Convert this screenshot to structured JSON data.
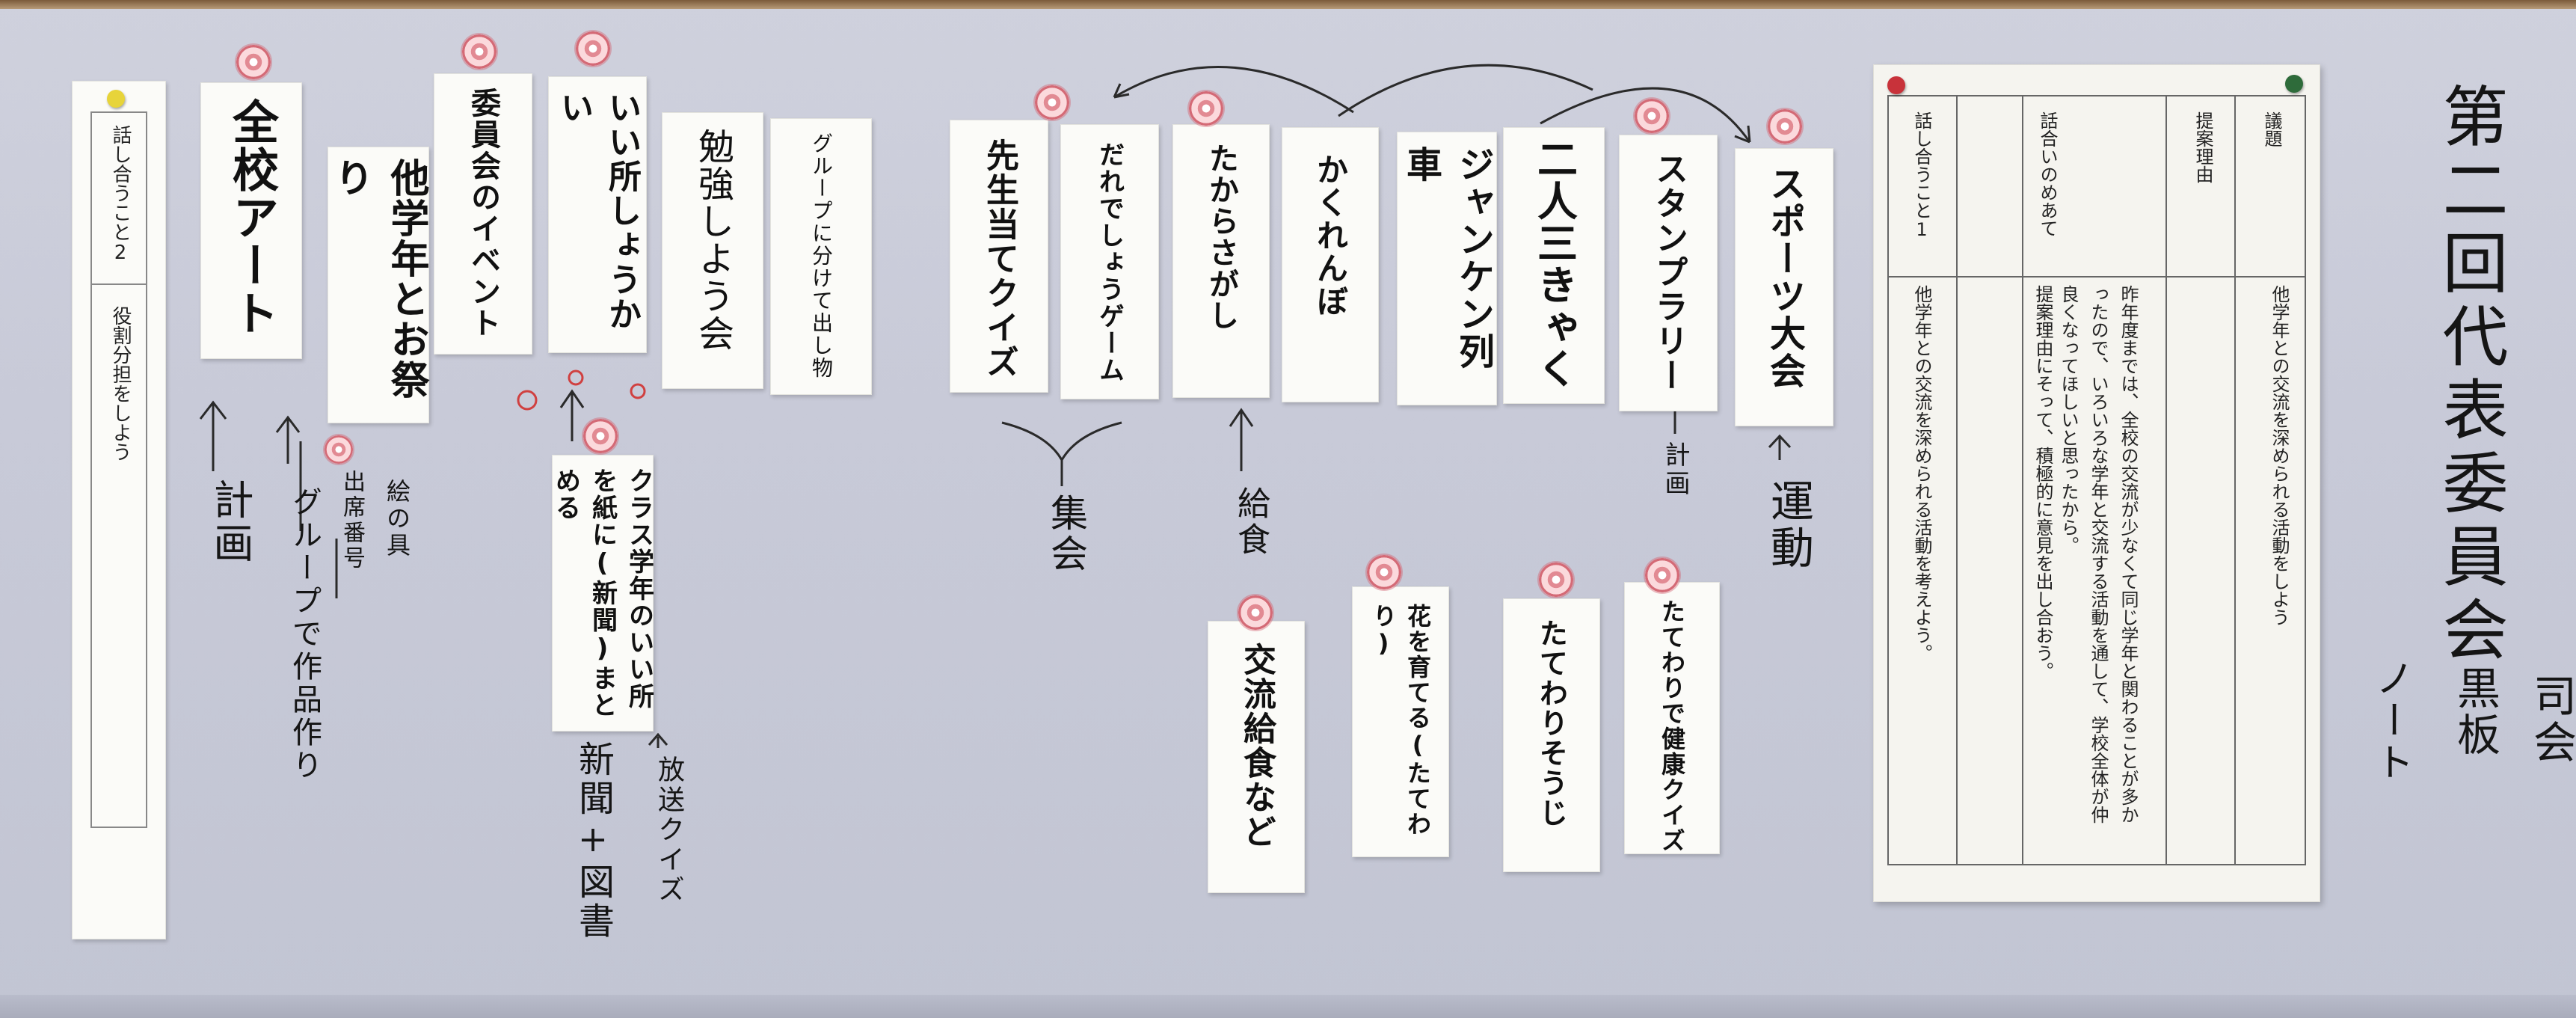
{
  "agenda_strip": {
    "item_title": "話し合うこと2",
    "item_text": "役割分担をしよう"
  },
  "cards_left": [
    {
      "id": "zenko-art",
      "text": "全校アート"
    },
    {
      "id": "tagakunen-omatsuri",
      "text": "他学年とお祭り"
    },
    {
      "id": "iinkai-event",
      "text": "委員会のイベント"
    },
    {
      "id": "iitokoro",
      "text": "いい所しょうかい"
    },
    {
      "id": "benkyoukai",
      "text": "勉強しよう会"
    },
    {
      "id": "group-demono",
      "text": "グループに分けて出し物"
    }
  ],
  "cards_center": [
    {
      "id": "sensei-quiz",
      "text": "先生当てクイズ"
    },
    {
      "id": "dare-game",
      "text": "だれでしょうゲーム"
    },
    {
      "id": "takarasagashi",
      "text": "たからさがし"
    },
    {
      "id": "kakurenbo",
      "text": "かくれんぼ"
    },
    {
      "id": "janken",
      "text": "ジャンケン列車"
    },
    {
      "id": "nininsankyaku",
      "text": "二人三きゃく"
    },
    {
      "id": "stamp-rally",
      "text": "スタンプラリー"
    },
    {
      "id": "sports-taikai",
      "text": "スポーツ大会"
    }
  ],
  "cards_lower": [
    {
      "id": "class-shinbun",
      "text": "クラス学年のいい所を紙に(新聞)まとめる"
    },
    {
      "id": "kouryuu-kyuushoku",
      "text": "交流給食など"
    },
    {
      "id": "hana",
      "text": "花を育てる(たてわり)"
    },
    {
      "id": "tatewari-souji",
      "text": "たてわりそうじ"
    },
    {
      "id": "tatewari-quiz",
      "text": "たてわりで健康クイズ"
    }
  ],
  "handwritten": {
    "keikaku_left": "計画",
    "group_sakuhin": "グループで作品作り",
    "shusseki_bangou": "出席番号",
    "enogu": "絵の具",
    "hoso_quiz": "放送クイズ",
    "shinbun_tosho": "新聞+図書",
    "shuukai": "集会",
    "kyuushoku": "給食",
    "keikaku_right": "計画",
    "undou": "運動"
  },
  "poster": {
    "h_gidai": "議題",
    "gidai": "他学年との交流を深められる活動をしよう",
    "h_riyuu": "提案理由",
    "riyuu": "昨年度までは、全校の交流が少なくて同じ学年と関わることが多かったので、いろいろな学年と交流する活動を通して、学校全体が仲良くなってほしいと思ったから。",
    "h_meate": "話合いのめあて",
    "meate": "提案理由にそって、積極的に意見を出し合おう。",
    "h_koto1": "話し合うこと1",
    "koto1": "他学年との交流を深められる活動を考えよう。"
  },
  "title_panel": {
    "main": "第二回代表委員会",
    "roles": [
      "司会",
      "黒板",
      "ノート"
    ]
  },
  "colors": {
    "board": "#c8cad8",
    "card": "#fbfbf8",
    "ink": "#111111",
    "flower_magnet": "#e28a93",
    "pin_yellow": "#e7d43a",
    "pin_red": "#c8323a",
    "pin_green": "#2e6b3a"
  }
}
